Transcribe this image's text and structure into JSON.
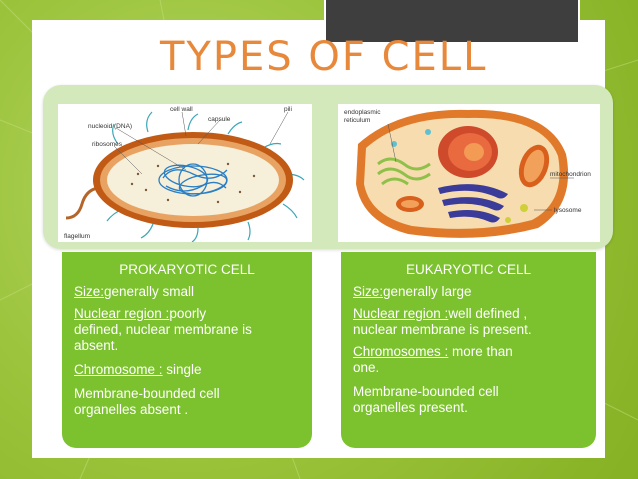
{
  "title": "TYPES OF CELL",
  "prokaryote_diagram": {
    "labels": {
      "cell_wall": "cell wall",
      "pili": "pili",
      "capsule": "capsule",
      "nucleoid": "nucleoid (DNA)",
      "ribosomes": "ribosomes",
      "flagellum": "flagellum"
    }
  },
  "eukaryote_diagram": {
    "labels": {
      "er_1": "endoplasmic",
      "er_2": "reticulum",
      "mitochondrion": "mitochondrion",
      "lysosome": "lysosome"
    }
  },
  "prokaryotic": {
    "heading": "PROKARYOTIC CELL",
    "size_label": "Size:",
    "size_value": "generally small",
    "nuclear_label": "Nuclear region :",
    "nuclear_value_1": "poorly",
    "nuclear_value_2": "defined, nuclear membrane is",
    "nuclear_value_3": "absent.",
    "chromosome_label": "Chromosome :",
    "chromosome_value": " single",
    "organelle_1": "Membrane-bounded cell",
    "organelle_2": "organelles absent ."
  },
  "eukaryotic": {
    "heading": "EUKARYOTIC CELL",
    "size_label": "Size:",
    "size_value": "generally large",
    "nuclear_label": "Nuclear region :",
    "nuclear_value_1": "well defined ,",
    "nuclear_value_2": "nuclear membrane is present.",
    "chromosome_label": "Chromosomes :",
    "chromosome_value_1": " more than",
    "chromosome_value_2": "one.",
    "organelle_1": "Membrane-bounded cell",
    "organelle_2": "organelles present."
  },
  "colors": {
    "background": "#9cc43c",
    "title": "#e7883a",
    "panel": "#7cc22f",
    "picture_strip": "#d3e9bc",
    "tab": "#3e3e3e"
  }
}
